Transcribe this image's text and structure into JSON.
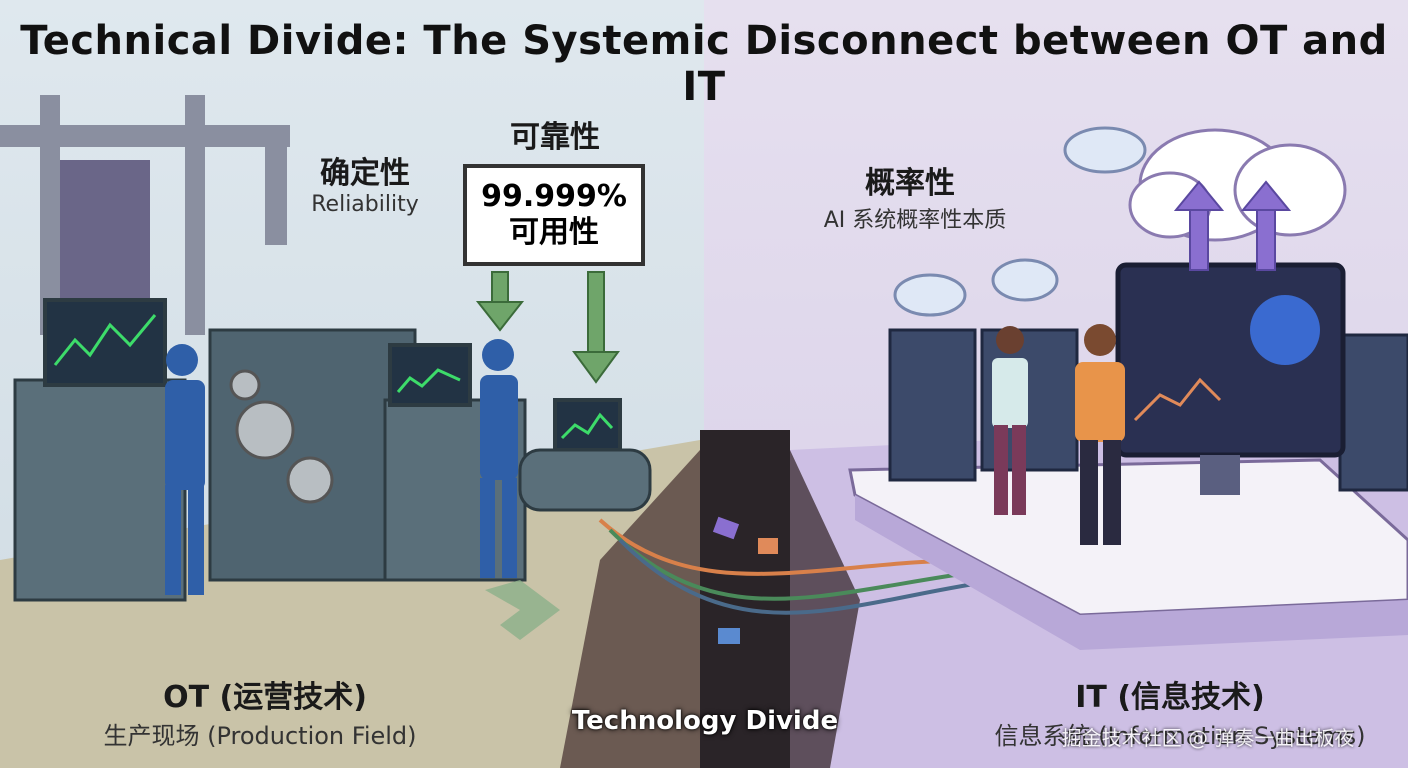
{
  "title": "Technical Divide: The Systemic Disconnect between OT and IT",
  "left": {
    "determinism_label": "确定性",
    "determinism_sub": "Reliability",
    "reliability_label": "可靠性",
    "sign_line1": "99.999%",
    "sign_line2": "可用性",
    "section_title": "OT (运营技术)",
    "section_sub": "生产现场  (Production Field)"
  },
  "right": {
    "probability_label": "概率性",
    "probability_sub": "AI 系统概率性本质",
    "section_title": "IT (信息技术)",
    "section_sub": "信息系统 (Information Systems)"
  },
  "divide_label": "Technology Divide",
  "watermark": "掘金技术社区 @ 弹奏一曲出板夜",
  "colors": {
    "ot_bg": "#dfe8ee",
    "it_bg": "#e6e0ef",
    "worker_blue": "#2f5fa8",
    "screen_green": "#3ddc6a",
    "it_accent": "#8a6fd0"
  }
}
